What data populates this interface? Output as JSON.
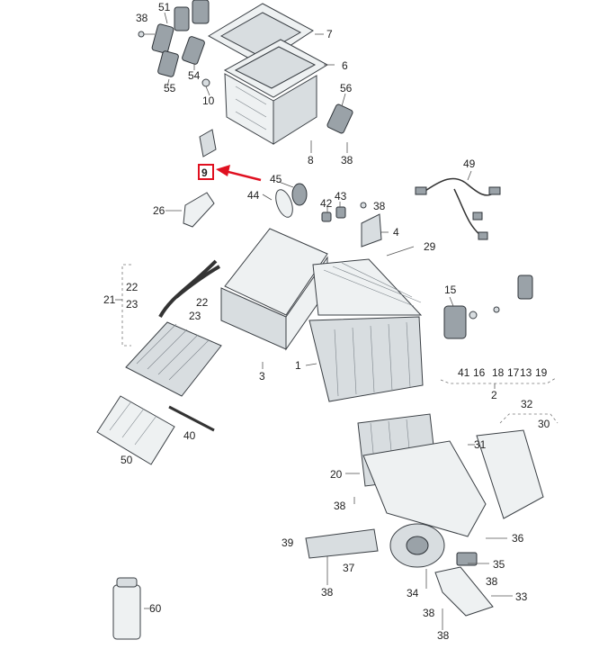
{
  "callouts": {
    "c1": "1",
    "c2": "2",
    "c3": "3",
    "c4": "4",
    "c6": "6",
    "c7": "7",
    "c8": "8",
    "c9": "9",
    "c10": "10",
    "c13": "13",
    "c15": "15",
    "c16": "16",
    "c17": "17",
    "c18": "18",
    "c19": "19",
    "c20": "20",
    "c21": "21",
    "c22a": "22",
    "c22b": "22",
    "c23a": "23",
    "c23b": "23",
    "c26": "26",
    "c29": "29",
    "c30": "30",
    "c31": "31",
    "c32": "32",
    "c33": "33",
    "c34": "34",
    "c35": "35",
    "c36": "36",
    "c37": "37",
    "c38a": "38",
    "c38b": "38",
    "c38c": "38",
    "c38d": "38",
    "c38e": "38",
    "c38f": "38",
    "c38g": "38",
    "c38h": "38",
    "c39": "39",
    "c40": "40",
    "c41": "41",
    "c42": "42",
    "c43": "43",
    "c44": "44",
    "c45": "45",
    "c49": "49",
    "c50": "50",
    "c51": "51",
    "c54": "54",
    "c55": "55",
    "c56": "56",
    "c60": "60"
  },
  "highlight": {
    "part_number": "9",
    "color": "#e01020"
  }
}
